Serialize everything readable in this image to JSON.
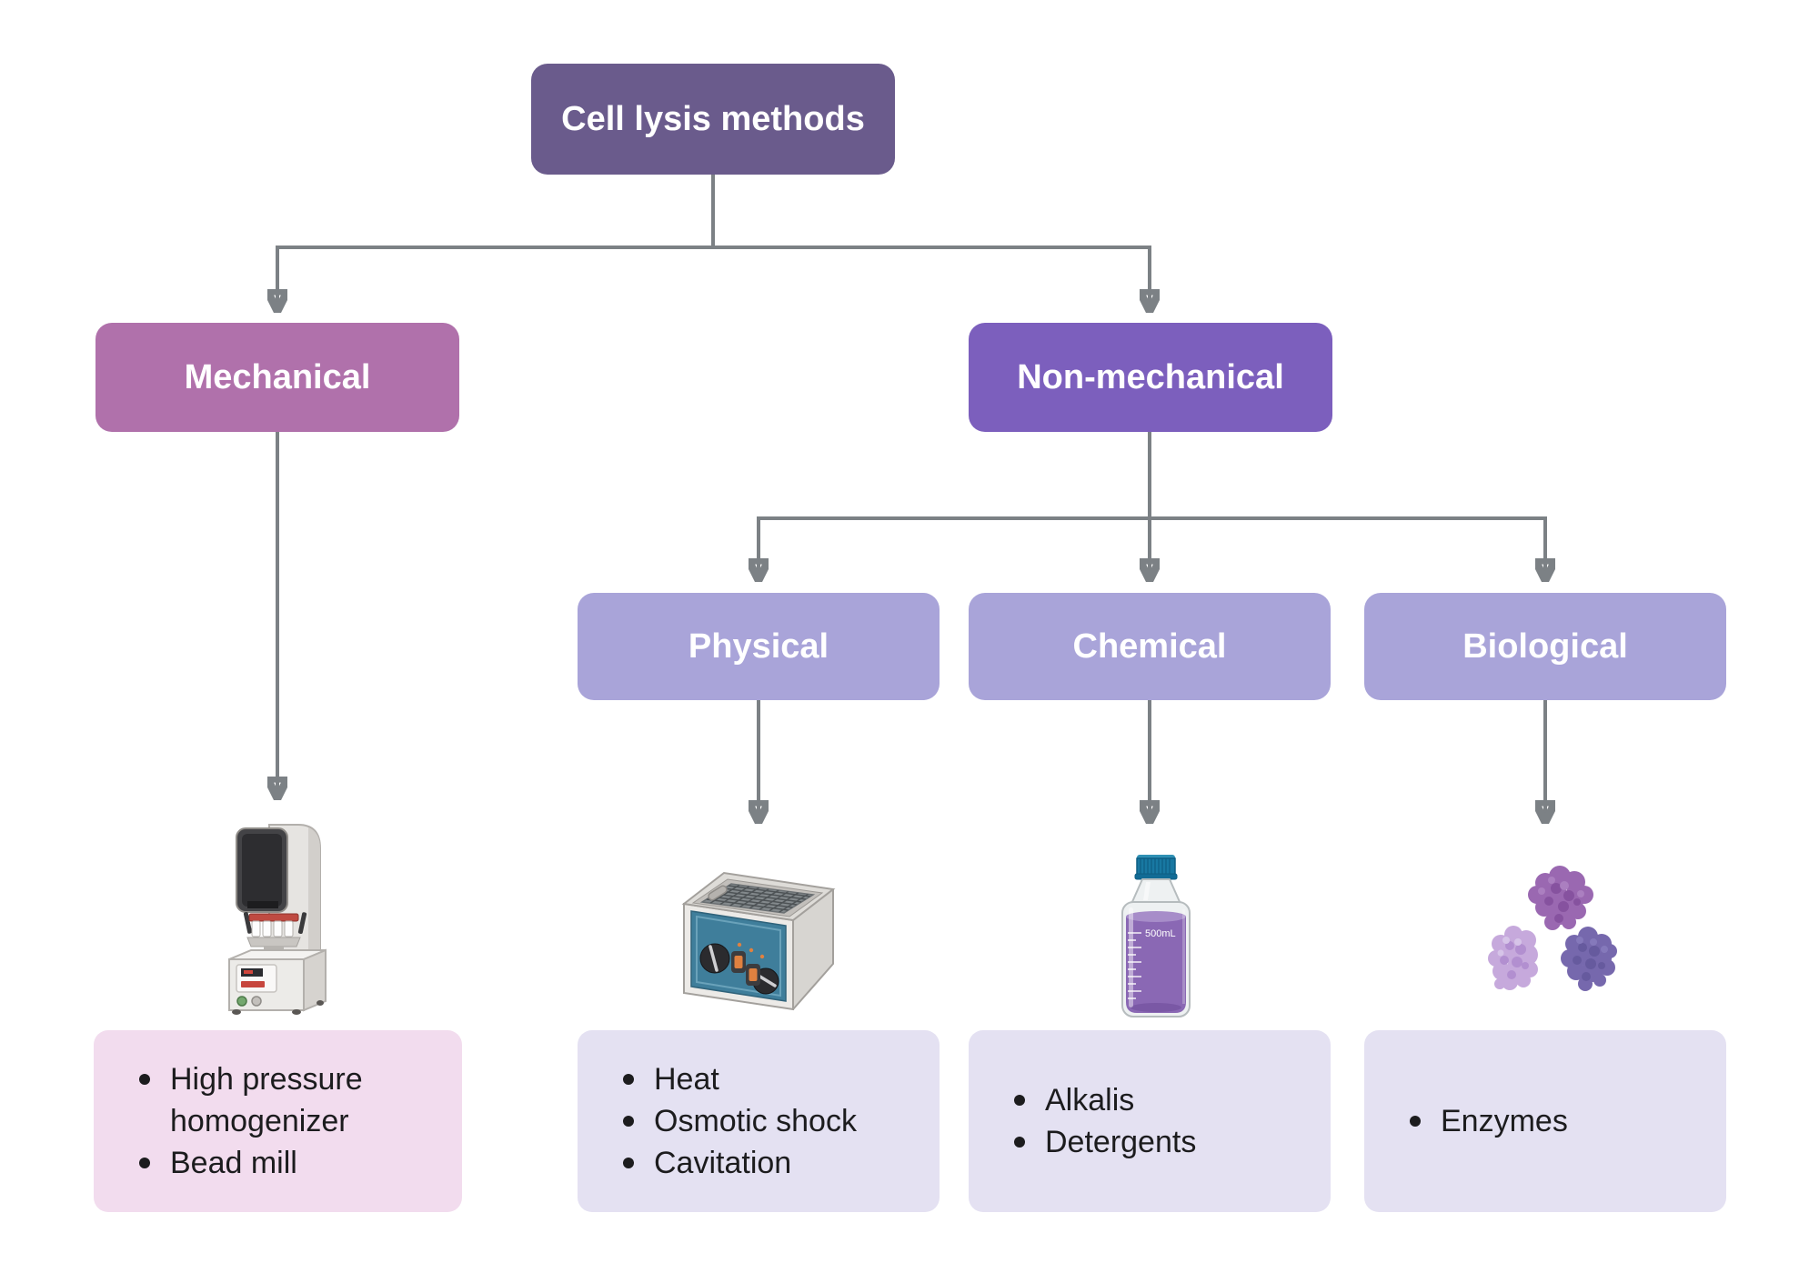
{
  "title": "Cell lysis methods",
  "nodes": {
    "root": "Cell lysis methods",
    "mechanical": "Mechanical",
    "non_mechanical": "Non-mechanical",
    "physical": "Physical",
    "chemical": "Chemical",
    "biological": "Biological"
  },
  "lists": {
    "mechanical": [
      "High pressure homogenizer",
      "Bead mill"
    ],
    "physical": [
      "Heat",
      "Osmotic shock",
      "Cavitation"
    ],
    "chemical": [
      "Alkalis",
      "Detergents"
    ],
    "biological": [
      "Enzymes"
    ]
  },
  "illustrations": {
    "homogenizer": "high-pressure-homogenizer-illustration",
    "ultrasonic_bath": "ultrasonic-bath-illustration",
    "reagent_bottle": "reagent-bottle-illustration",
    "bottle_label": "500mL",
    "enzymes": "enzyme-molecules-illustration"
  },
  "colors": {
    "root_box": "#6a5b8c",
    "mechanical_box": "#b071ab",
    "non_mechanical_box": "#7c5fbd",
    "sub_box": "#a9a4d9",
    "mechanical_list_bg": "#f2dcee",
    "list_bg": "#e4e1f2",
    "connector": "#7c8185",
    "text_dark": "#1c1c1e",
    "text_light": "#ffffff"
  }
}
